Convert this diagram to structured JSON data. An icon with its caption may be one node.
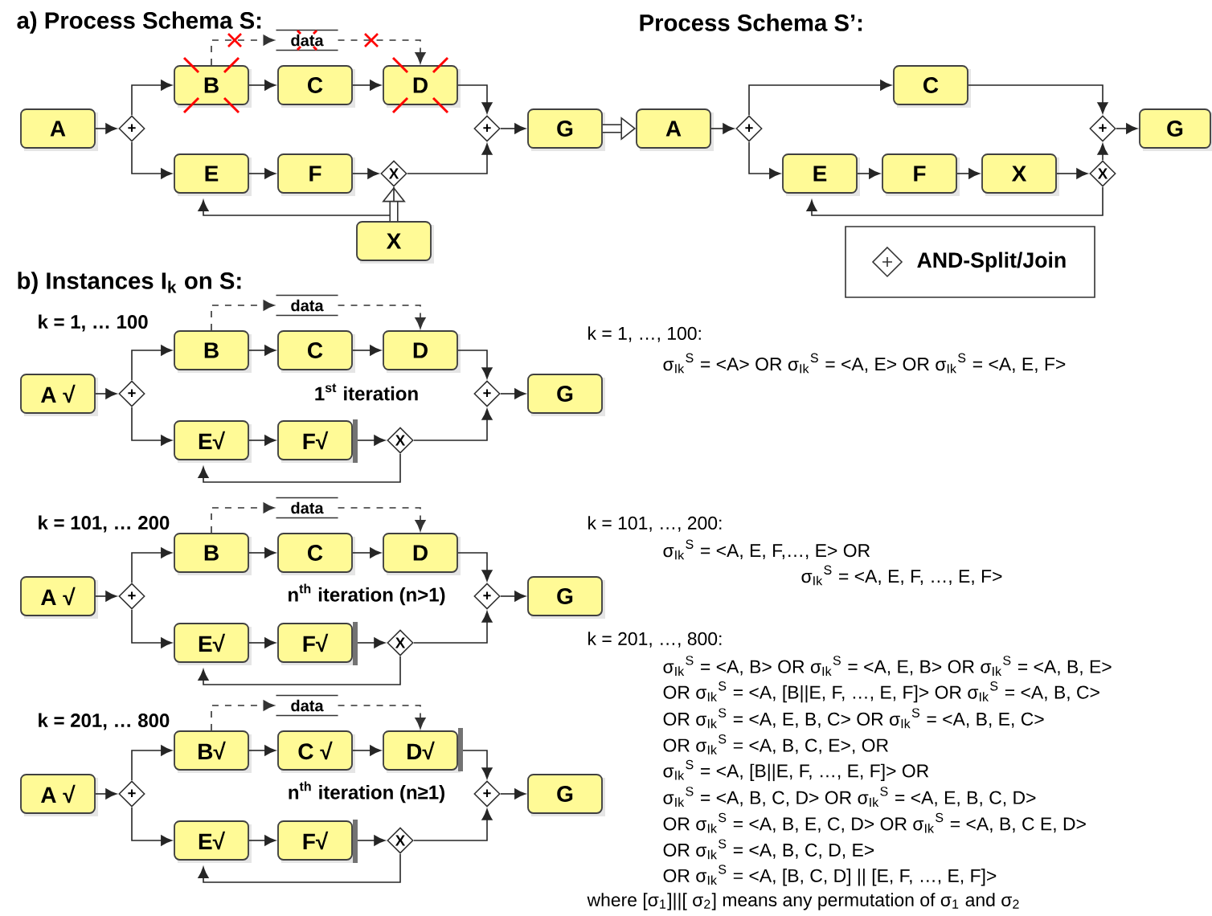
{
  "diagram": {
    "nodes": [
      {
        "text": [
          "A"
        ]
      },
      {
        "text": [
          "+"
        ]
      },
      {
        "text": [
          "B"
        ]
      },
      {
        "text": [
          "C"
        ]
      },
      {
        "text": [
          "D"
        ]
      },
      {
        "text": [
          "data"
        ]
      },
      {
        "text": [
          "E"
        ]
      },
      {
        "text": [
          "F"
        ]
      },
      {
        "text": [
          "X"
        ]
      },
      {
        "text": [
          "+"
        ]
      },
      {
        "text": [
          "G"
        ]
      },
      {
        "text": [
          "X"
        ]
      },
      {
        "text": [
          "A"
        ]
      },
      {
        "text": [
          "+"
        ]
      },
      {
        "text": [
          "C"
        ]
      },
      {
        "text": [
          "E"
        ]
      },
      {
        "text": [
          "F"
        ]
      },
      {
        "text": [
          "X"
        ]
      },
      {
        "text": [
          "X"
        ]
      },
      {
        "text": [
          "+"
        ]
      },
      {
        "text": [
          "G"
        ]
      },
      {
        "text": [
          "A √"
        ]
      },
      {
        "text": [
          "+"
        ]
      },
      {
        "text": [
          "B"
        ]
      },
      {
        "text": [
          "C"
        ]
      },
      {
        "text": [
          "D"
        ]
      },
      {
        "text": [
          "data"
        ]
      },
      {
        "text": [
          "E√"
        ]
      },
      {
        "text": [
          "F√"
        ]
      },
      {
        "text": [
          "X"
        ]
      },
      {
        "text": [
          "+"
        ]
      },
      {
        "text": [
          "G"
        ]
      },
      {
        "text": [
          "A √"
        ]
      },
      {
        "text": [
          "+"
        ]
      },
      {
        "text": [
          "B"
        ]
      },
      {
        "text": [
          "C"
        ]
      },
      {
        "text": [
          "D"
        ]
      },
      {
        "text": [
          "data"
        ]
      },
      {
        "text": [
          "E√"
        ]
      },
      {
        "text": [
          "F√"
        ]
      },
      {
        "text": [
          "X"
        ]
      },
      {
        "text": [
          "+"
        ]
      },
      {
        "text": [
          "G"
        ]
      },
      {
        "text": [
          "A √"
        ]
      },
      {
        "text": [
          "+"
        ]
      },
      {
        "text": [
          "B√"
        ]
      },
      {
        "text": [
          "C √"
        ]
      },
      {
        "text": [
          "D√"
        ]
      },
      {
        "text": [
          "data"
        ]
      },
      {
        "text": [
          "E√"
        ]
      },
      {
        "text": [
          "F√"
        ]
      },
      {
        "text": [
          "X"
        ]
      },
      {
        "text": [
          "+"
        ]
      },
      {
        "text": [
          "G"
        ]
      }
    ],
    "edges": [
      {
        "from": 0,
        "to": 1,
        "arrow": "to"
      },
      {
        "from": 1,
        "to": 2,
        "arrow": "to"
      },
      {
        "from": 1,
        "to": 6,
        "arrow": "to"
      },
      {
        "from": 2,
        "to": 3,
        "arrow": "to"
      },
      {
        "from": 3,
        "to": 4,
        "arrow": "to"
      },
      {
        "from": 4,
        "to": 9,
        "arrow": "to"
      },
      {
        "from": 6,
        "to": 7,
        "arrow": "to"
      },
      {
        "from": 7,
        "to": 8,
        "arrow": "to"
      },
      {
        "from": 8,
        "to": 9,
        "arrow": "to"
      },
      {
        "from": 8,
        "to": 6,
        "arrow": "to"
      },
      {
        "from": 2,
        "to": 5,
        "arrow": "to",
        "style": "dashed"
      },
      {
        "from": 5,
        "to": 4,
        "arrow": "to",
        "style": "dashed"
      },
      {
        "from": 9,
        "to": 10,
        "arrow": "to"
      },
      {
        "from": 11,
        "to": 8,
        "arrow": "to",
        "style": "thick"
      },
      {
        "from": 10,
        "to": 12,
        "arrow": "to",
        "style": "thick"
      },
      {
        "from": 12,
        "to": 13,
        "arrow": "to"
      },
      {
        "from": 13,
        "to": 14,
        "arrow": "to"
      },
      {
        "from": 13,
        "to": 15,
        "arrow": "to"
      },
      {
        "from": 15,
        "to": 16,
        "arrow": "to"
      },
      {
        "from": 16,
        "to": 17,
        "arrow": "to"
      },
      {
        "from": 17,
        "to": 18,
        "arrow": "to"
      },
      {
        "from": 18,
        "to": 15,
        "arrow": "to"
      },
      {
        "from": 18,
        "to": 19,
        "arrow": "to"
      },
      {
        "from": 14,
        "to": 19,
        "arrow": "to"
      },
      {
        "from": 19,
        "to": 20,
        "arrow": "to"
      },
      {
        "from": 21,
        "to": 22,
        "arrow": "to"
      },
      {
        "from": 22,
        "to": 23,
        "arrow": "to"
      },
      {
        "from": 22,
        "to": 27,
        "arrow": "to"
      },
      {
        "from": 23,
        "to": 24,
        "arrow": "to"
      },
      {
        "from": 24,
        "to": 25,
        "arrow": "to"
      },
      {
        "from": 25,
        "to": 30,
        "arrow": "to"
      },
      {
        "from": 27,
        "to": 28,
        "arrow": "to"
      },
      {
        "from": 28,
        "to": 29,
        "arrow": "to"
      },
      {
        "from": 29,
        "to": 30,
        "arrow": "to"
      },
      {
        "from": 29,
        "to": 27,
        "arrow": "to"
      },
      {
        "from": 23,
        "to": 26,
        "arrow": "to",
        "style": "dashed"
      },
      {
        "from": 26,
        "to": 25,
        "arrow": "to",
        "style": "dashed"
      },
      {
        "from": 30,
        "to": 31,
        "arrow": "to"
      },
      {
        "from": 32,
        "to": 33,
        "arrow": "to"
      },
      {
        "from": 33,
        "to": 34,
        "arrow": "to"
      },
      {
        "from": 33,
        "to": 38,
        "arrow": "to"
      },
      {
        "from": 34,
        "to": 35,
        "arrow": "to"
      },
      {
        "from": 35,
        "to": 36,
        "arrow": "to"
      },
      {
        "from": 36,
        "to": 41,
        "arrow": "to"
      },
      {
        "from": 38,
        "to": 39,
        "arrow": "to"
      },
      {
        "from": 39,
        "to": 40,
        "arrow": "to"
      },
      {
        "from": 40,
        "to": 41,
        "arrow": "to"
      },
      {
        "from": 40,
        "to": 38,
        "arrow": "to"
      },
      {
        "from": 34,
        "to": 37,
        "arrow": "to",
        "style": "dashed"
      },
      {
        "from": 37,
        "to": 36,
        "arrow": "to",
        "style": "dashed"
      },
      {
        "from": 41,
        "to": 42,
        "arrow": "to"
      },
      {
        "from": 43,
        "to": 44,
        "arrow": "to"
      },
      {
        "from": 44,
        "to": 45,
        "arrow": "to"
      },
      {
        "from": 44,
        "to": 49,
        "arrow": "to"
      },
      {
        "from": 45,
        "to": 46,
        "arrow": "to"
      },
      {
        "from": 46,
        "to": 47,
        "arrow": "to"
      },
      {
        "from": 47,
        "to": 52,
        "arrow": "to"
      },
      {
        "from": 49,
        "to": 50,
        "arrow": "to"
      },
      {
        "from": 50,
        "to": 51,
        "arrow": "to"
      },
      {
        "from": 51,
        "to": 52,
        "arrow": "to"
      },
      {
        "from": 51,
        "to": 49,
        "arrow": "to"
      },
      {
        "from": 45,
        "to": 48,
        "arrow": "to",
        "style": "dashed"
      },
      {
        "from": 48,
        "to": 47,
        "arrow": "to",
        "style": "dashed"
      },
      {
        "from": 52,
        "to": 53,
        "arrow": "to"
      }
    ],
    "labels": [
      "a) Process Schema S:",
      "Process Schema S’:",
      "b) Instances I$_{k}$ on S:",
      "k = 1, … 100",
      "1$^{st}$ iteration",
      "k = 1, …, 100:",
      "σ$_{Ik}$$^{S}$ = <A> OR σ$_{Ik}$$^{S}$ = <A, E> OR σ$_{Ik}$$^{S}$ = <A, E, F>",
      "k = 101, … 200",
      "n$^{th}$ iteration (n>1)",
      "k = 101, …, 200:",
      "σ$_{Ik}$$^{S}$ = <A, E, F,…, E> OR",
      "σ$_{Ik}$$^{S}$ = <A, E, F, …, E, F>",
      "k = 201, … 800",
      "n$^{th}$ iteration (n≥1)",
      "k = 201, …, 800:",
      "σ$_{Ik}$$^{S}$ = <A, B> OR σ$_{Ik}$$^{S}$ = <A, E, B> OR σ$_{Ik}$$^{S}$ = <A, B, E>",
      "OR σ$_{Ik}$$^{S}$ = <A, [B||E, F, …, E, F]> OR σ$_{Ik}$$^{S}$ = <A, B, C>",
      "OR σ$_{Ik}$$^{S}$ = <A, E, B, C> OR σ$_{Ik}$$^{S}$ = <A, B, E, C>",
      "OR σ$_{Ik}$$^{S}$ = <A, B, C, E>, OR",
      "σ$_{Ik}$$^{S}$ = <A, [B||E, F, …, E, F]> OR",
      "σ$_{Ik}$$^{S}$ = <A, B, C, D> OR σ$_{Ik}$$^{S}$ = <A, E, B, C, D>",
      "OR σ$_{Ik}$$^{S}$ = <A, B, E, C, D> OR σ$_{Ik}$$^{S}$ = <A, B, C E, D>",
      "OR σ$_{Ik}$$^{S}$ = <A, B, C, D, E>",
      "OR σ$_{Ik}$$^{S}$ = <A, [B, C, D] || [E, F, …, E, F]>",
      "where [σ$_{1}$]||[ σ$_{2}$] means any permutation of σ$_{1}$ and σ$_{2}$"
    ],
    "legend": [
      {
        "text": "AND-Split/Join"
      }
    ]
  }
}
